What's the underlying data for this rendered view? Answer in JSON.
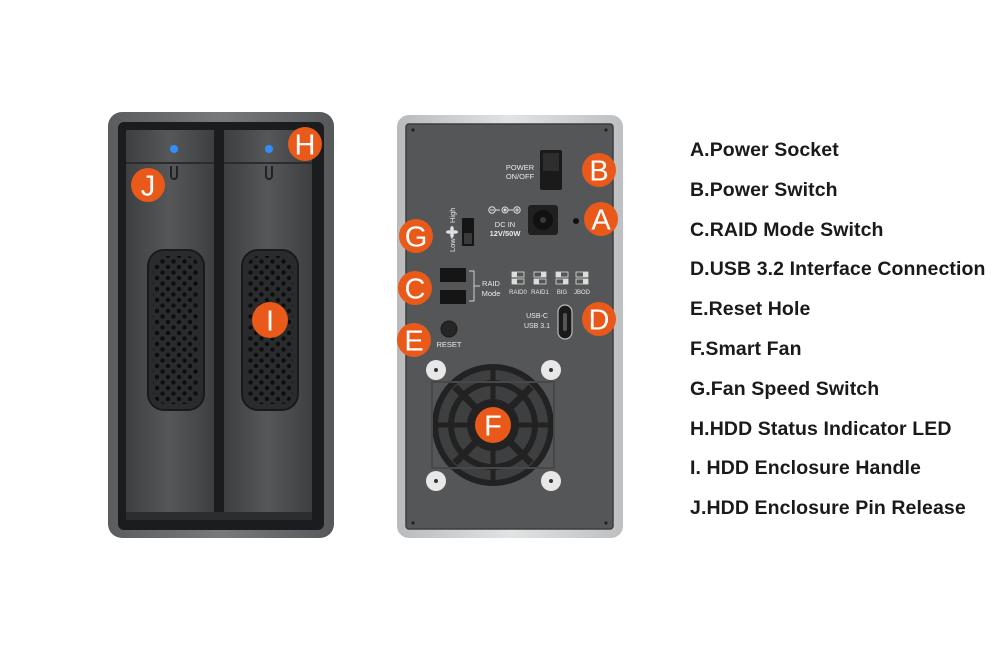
{
  "accent_color": "#e8591a",
  "panel_labels": {
    "power": "POWER\nON/OFF",
    "dc_in": "DC IN",
    "dc_rating": "12V/50W",
    "fan_high": "High",
    "fan_low": "Low",
    "raid": "RAID",
    "mode": "Mode",
    "raid_modes": [
      "RAID0",
      "RAID1",
      "BIG",
      "JBOD"
    ],
    "usb_type": "USB-C",
    "usb_version": "USB 3.1",
    "reset": "RESET"
  },
  "callouts": {
    "a": "A",
    "b": "B",
    "c": "C",
    "d": "D",
    "e": "E",
    "f": "F",
    "g": "G",
    "h": "H",
    "i": "I",
    "j": "J"
  },
  "legend": [
    "A.Power Socket",
    "B.Power Switch",
    "C.RAID Mode Switch",
    "D.USB 3.2 Interface Connection",
    "E.Reset Hole",
    "F.Smart Fan",
    "G.Fan Speed Switch",
    "H.HDD Status Indicator LED",
    "I. HDD Enclosure Handle",
    "J.HDD Enclosure Pin Release"
  ]
}
